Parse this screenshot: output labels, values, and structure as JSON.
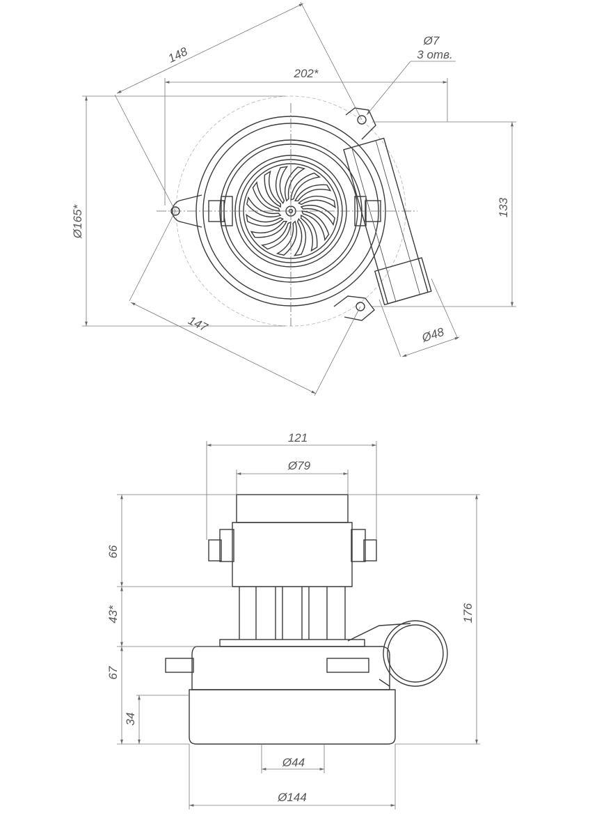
{
  "top_view": {
    "dim_148": "148",
    "dim_202": "202*",
    "hole_dia": "Ø7",
    "hole_count": "3 отв.",
    "dim_165": "Ø165*",
    "dim_133": "133",
    "dim_147": "147",
    "dim_48": "Ø48"
  },
  "side_view": {
    "dim_121": "121",
    "dim_79": "Ø79",
    "dim_66": "66",
    "dim_43": "43*",
    "dim_67": "67",
    "dim_34": "34",
    "dim_176": "176",
    "dim_44": "Ø44",
    "dim_144": "Ø144"
  }
}
